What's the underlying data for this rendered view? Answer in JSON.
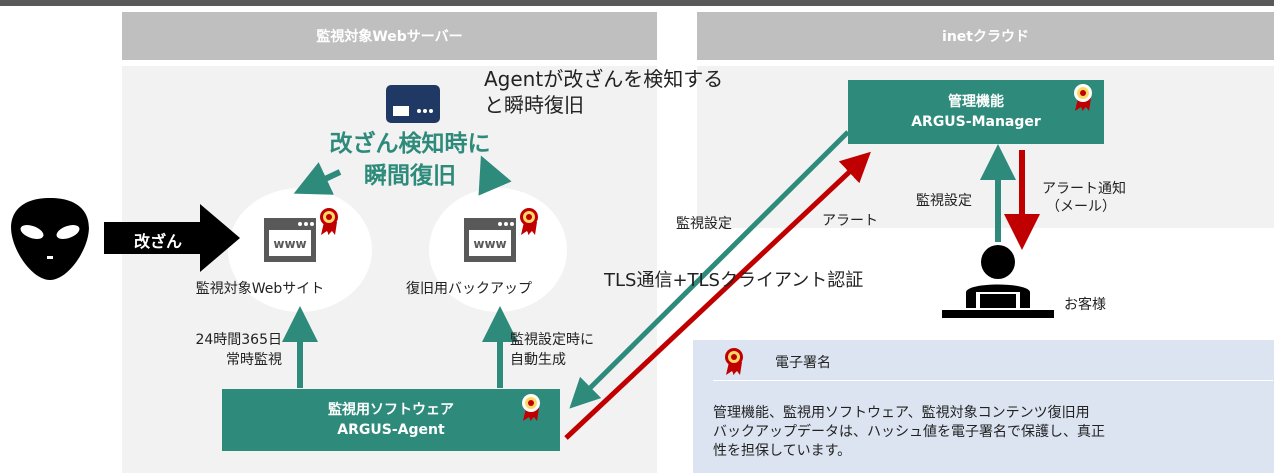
{
  "panels": {
    "left_header": "監視対象Webサーバー",
    "right_header": "inetクラウド"
  },
  "left": {
    "headline_line1": "改ざん検知時に",
    "headline_line2": "瞬間復旧",
    "callout_line1": "Agentが改ざんを検知する",
    "callout_line2": "と瞬時復旧",
    "website_label": "監視対象Webサイト",
    "backup_label": "復旧用バックアップ",
    "attack_label": "改ざん",
    "monitor_line1": "24時間365日",
    "monitor_line2": "常時監視",
    "autogen_line1": "監視設定時に",
    "autogen_line2": "自動生成",
    "agent_line1": "監視用ソフトウェア",
    "agent_line2": "ARGUS-Agent",
    "www_text": "www"
  },
  "right": {
    "manager_line1": "管理機能",
    "manager_line2": "ARGUS-Manager",
    "settings_label": "監視設定",
    "alert_line1": "アラート通知",
    "alert_line2": "（メール）",
    "customer_label": "お客様"
  },
  "links": {
    "settings_label": "監視設定",
    "alert_label": "アラート",
    "tls_label": "TLS通信+TLSクライアント認証"
  },
  "signature": {
    "title": "電子署名",
    "body_line1": "管理機能、監視用ソフトウェア、監視対象コンテンツ復旧用",
    "body_line2": "バックアップデータは、ハッシュ値を電子署名で保護し、真正",
    "body_line3": "性を担保しています。"
  },
  "colors": {
    "teal": "#2e8b7b",
    "red": "#c00000",
    "header_gray": "#bfbfbf",
    "panel_gray": "#f2f2f2",
    "sig_blue": "#dce4f2"
  },
  "icons": [
    "server-icon",
    "www-browser-icon",
    "signature-badge-icon",
    "alien-hacker-icon",
    "customer-person-icon"
  ]
}
